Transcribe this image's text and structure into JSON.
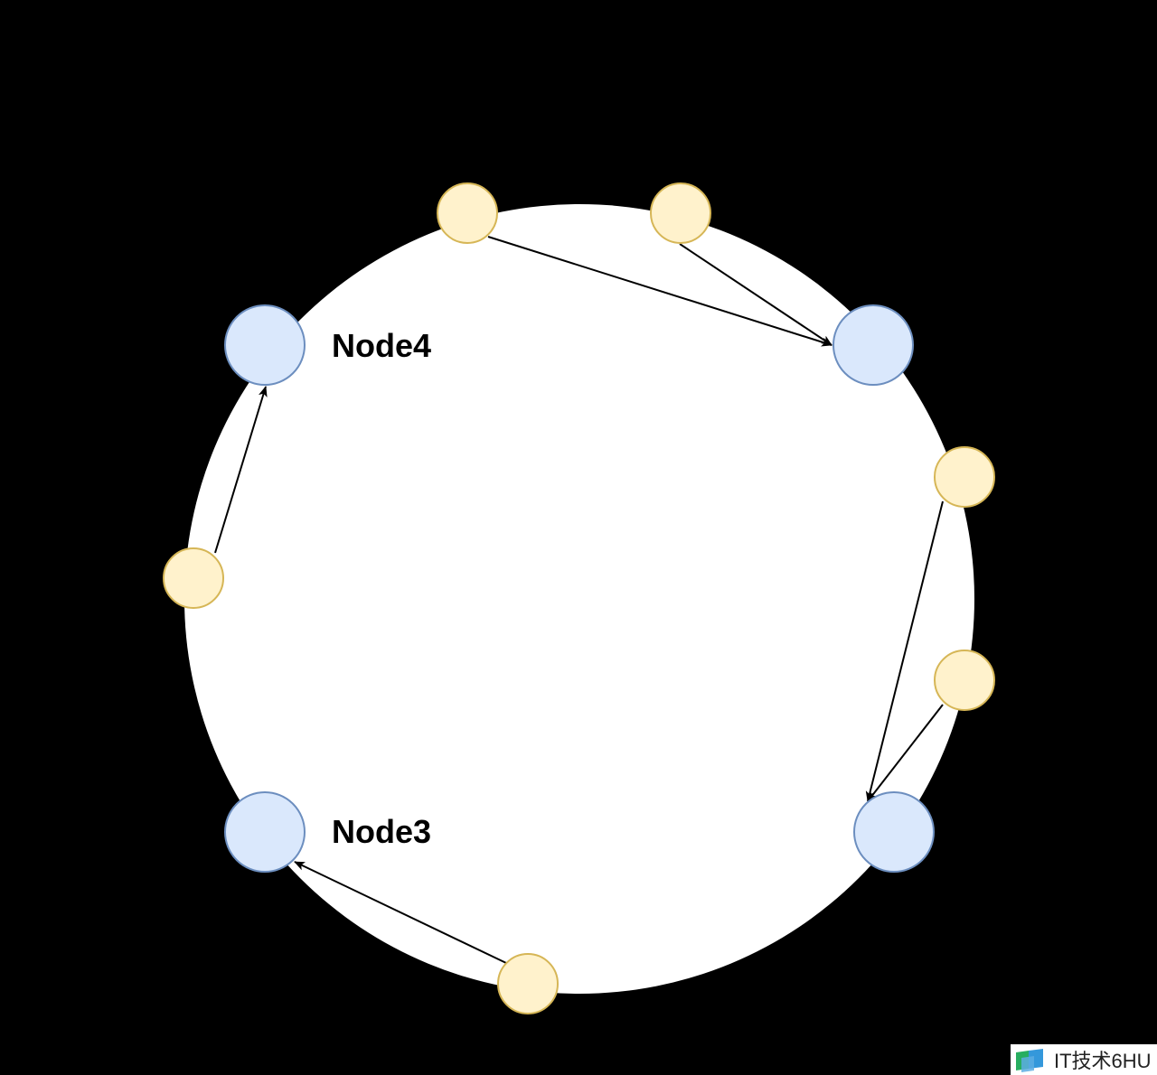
{
  "colors": {
    "background": "#000000",
    "ring_fill": "#ffffff",
    "server_node_fill": "#dae8fc",
    "server_node_stroke": "#6c8ebf",
    "data_node_fill": "#fff2cc",
    "data_node_stroke": "#d6b656",
    "arrow": "#000000"
  },
  "labels": {
    "node4": "Node4",
    "node3": "Node3"
  },
  "watermark": {
    "text": "IT技术6HU",
    "icon": "book-logo-icon"
  }
}
